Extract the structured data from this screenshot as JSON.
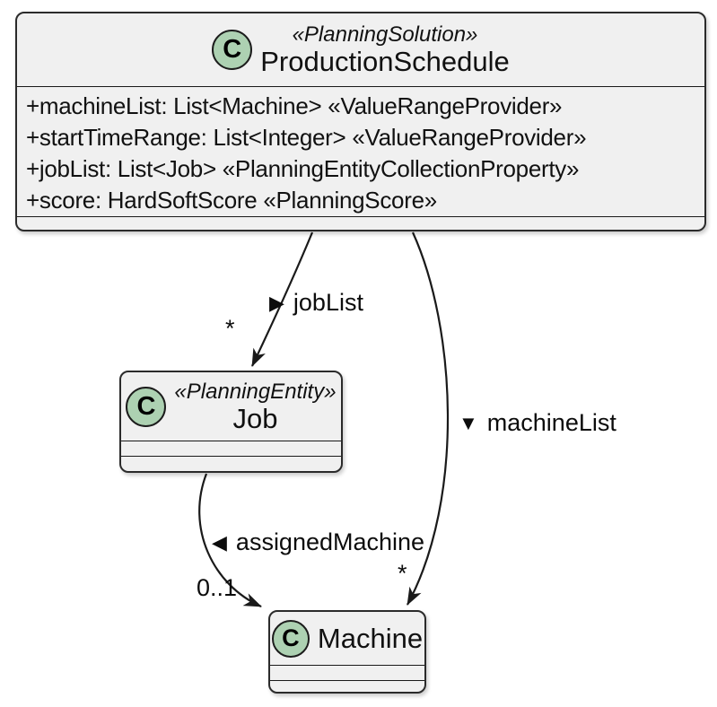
{
  "diagram": {
    "type": "uml-class-diagram",
    "colors": {
      "class_fill": "#f0f0f0",
      "class_border": "#2b2b2b",
      "circle_icon_fill": "#add1b2",
      "line": "#1a1a1a",
      "background": "#ffffff"
    },
    "classes": [
      {
        "id": "production-schedule",
        "icon_letter": "C",
        "stereotype": "«PlanningSolution»",
        "name": "ProductionSchedule",
        "attributes": [
          "+machineList: List<Machine> «ValueRangeProvider»",
          "+startTimeRange: List<Integer> «ValueRangeProvider»",
          "+jobList: List<Job> «PlanningEntityCollectionProperty»",
          "+score: HardSoftScore «PlanningScore»"
        ]
      },
      {
        "id": "job",
        "icon_letter": "C",
        "stereotype": "«PlanningEntity»",
        "name": "Job",
        "attributes": []
      },
      {
        "id": "machine",
        "icon_letter": "C",
        "stereotype": "",
        "name": "Machine",
        "attributes": []
      }
    ],
    "associations": [
      {
        "from": "ProductionSchedule",
        "to": "Job",
        "label": "jobList",
        "direction_icon": "▶",
        "target_multiplicity": "*"
      },
      {
        "from": "ProductionSchedule",
        "to": "Machine",
        "label": "machineList",
        "direction_icon": "▼",
        "target_multiplicity": "*"
      },
      {
        "from": "Job",
        "to": "Machine",
        "label": "assignedMachine",
        "direction_icon": "◀",
        "target_multiplicity": "0..1"
      }
    ]
  }
}
